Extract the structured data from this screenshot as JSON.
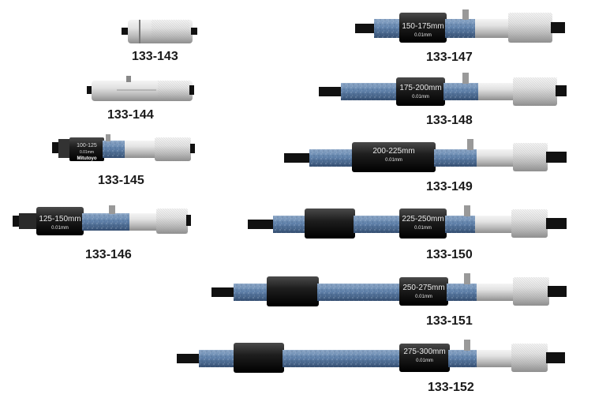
{
  "products": [
    {
      "model": "133-143"
    },
    {
      "model": "133-144"
    },
    {
      "model": "133-145",
      "range": "100-125",
      "resolution": "0.01mm",
      "brand": "Mitutoyo"
    },
    {
      "model": "133-146",
      "range": "125-150mm",
      "resolution": "0.01mm"
    },
    {
      "model": "133-147",
      "range": "150-175mm",
      "resolution": "0.01mm"
    },
    {
      "model": "133-148",
      "range": "175-200mm",
      "resolution": "0.01mm"
    },
    {
      "model": "133-149",
      "range": "200-225mm",
      "resolution": "0.01mm"
    },
    {
      "model": "133-150",
      "range": "225-250mm",
      "resolution": "0.01mm"
    },
    {
      "model": "133-151",
      "range": "250-275mm",
      "resolution": "0.01mm"
    },
    {
      "model": "133-152",
      "range": "275-300mm",
      "resolution": "0.01mm"
    }
  ],
  "colors": {
    "tube": "#5d7fa8",
    "black_band": "#1c1c1c",
    "chrome": "#d6d6d6",
    "label_text": "#1a1a1a"
  }
}
